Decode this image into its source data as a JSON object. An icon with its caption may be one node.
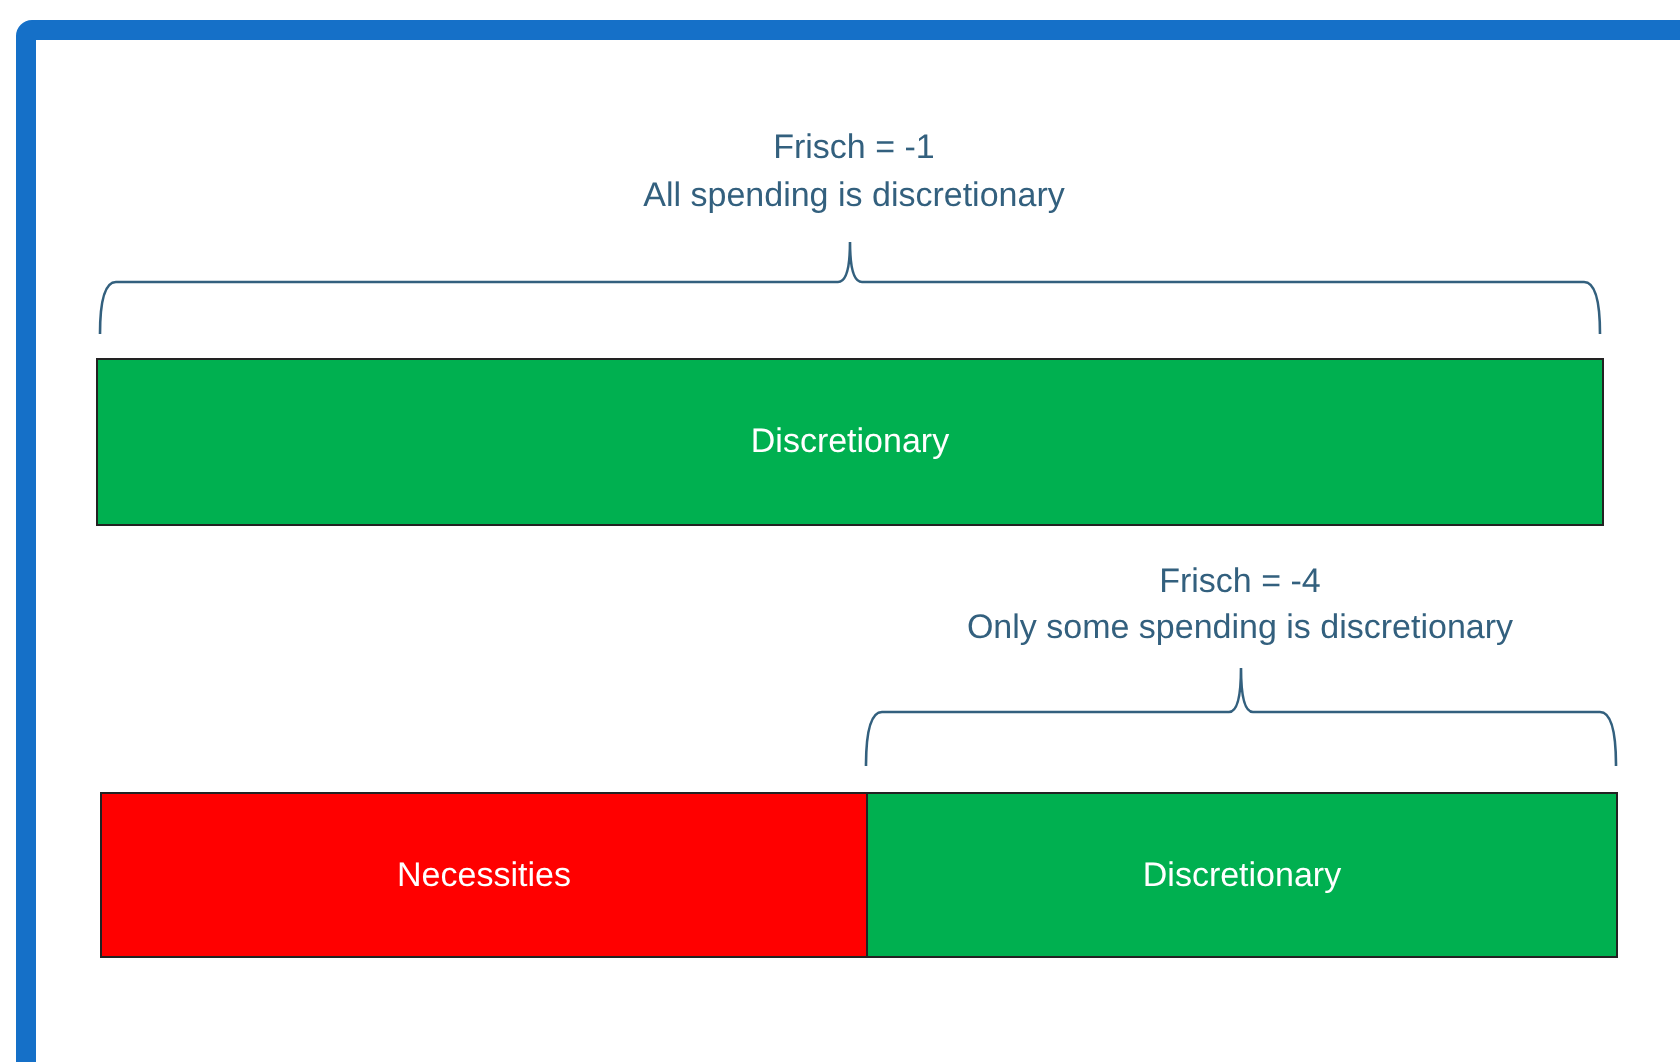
{
  "diagram": {
    "nodes": [
      {
        "text": [
          "Discretionary"
        ]
      },
      {
        "text": [
          "Necessities"
        ]
      },
      {
        "text": [
          "Discretionary"
        ]
      }
    ],
    "labels": [
      "Frisch = -1",
      "All spending is discretionary",
      "Frisch = -4",
      "Only some spending is discretionary"
    ]
  }
}
